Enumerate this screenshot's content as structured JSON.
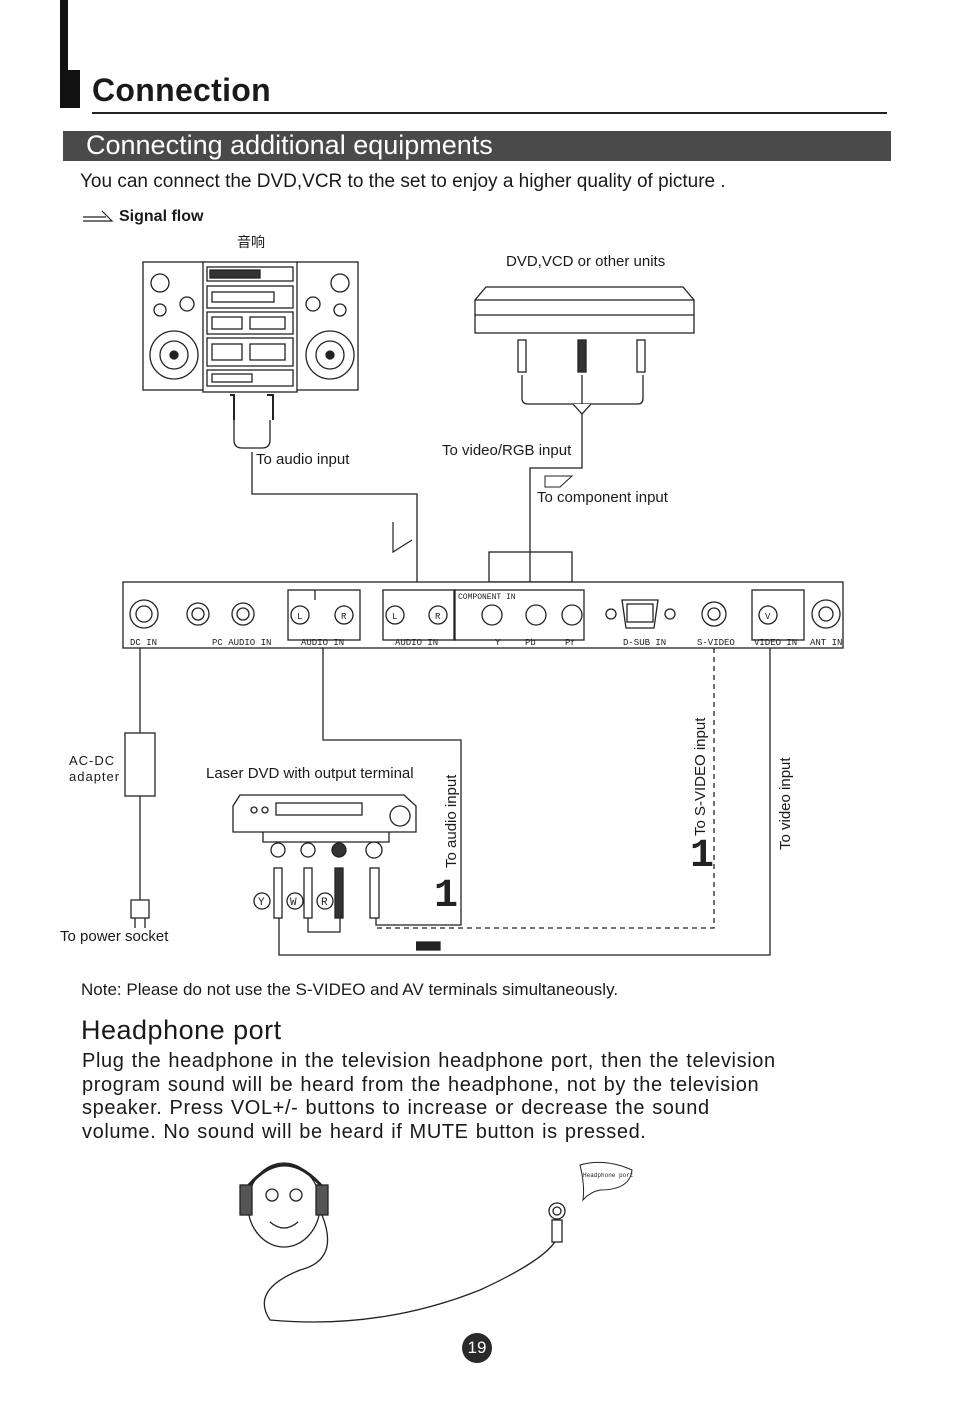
{
  "page": {
    "title": "Connection",
    "section_title": "Connecting additional equipments",
    "intro": "You can connect the DVD,VCR  to the set to enjoy a higher quality of picture .",
    "signal_flow": "Signal flow",
    "page_number": "19"
  },
  "diagram": {
    "stereo_label": "音响",
    "dvd_vcd_label": "DVD,VCD or other units",
    "to_audio_input_top": "To audio input",
    "to_video_rgb_input": "To video/RGB input",
    "to_component_input": "To component input",
    "panel_labels": {
      "dc_in": "DC IN",
      "pc_audio_in": "PC AUDIO IN",
      "audio_in_1": "AUDIO IN",
      "audio_in_2": "AUDIO IN",
      "component_in": "COMPONENT IN",
      "y": "Y",
      "pb": "Pb",
      "pr": "Pr",
      "dsub_in": "D-SUB IN",
      "s_video": "S-VIDEO",
      "video_in": "VIDEO IN",
      "ant_in": "ANT IN",
      "l": "L",
      "r": "R",
      "v": "V"
    },
    "ac_dc_adapter_line1": "AC-DC",
    "ac_dc_adapter_line2": "adapter",
    "to_power_socket": "To power socket",
    "laser_dvd_label": "Laser DVD with output terminal",
    "to_audio_input_vertical": "To audio input",
    "to_svideo_input": "To S-VIDEO input",
    "to_video_input": "To video input",
    "plug_y": "Y",
    "plug_w": "W",
    "plug_r": "R",
    "headphone_port_tag": "Headphone port",
    "step_marker": "1"
  },
  "note": "Note: Please do not use the S-VIDEO and  AV terminals simultaneously.",
  "headphone": {
    "title": "Headphone port",
    "body": "Plug the headphone in the television headphone port, then the television program sound will be heard from the headphone, not by the television speaker. Press VOL+/- buttons to increase or decrease the sound volume. No sound will be heard if MUTE button is pressed."
  }
}
